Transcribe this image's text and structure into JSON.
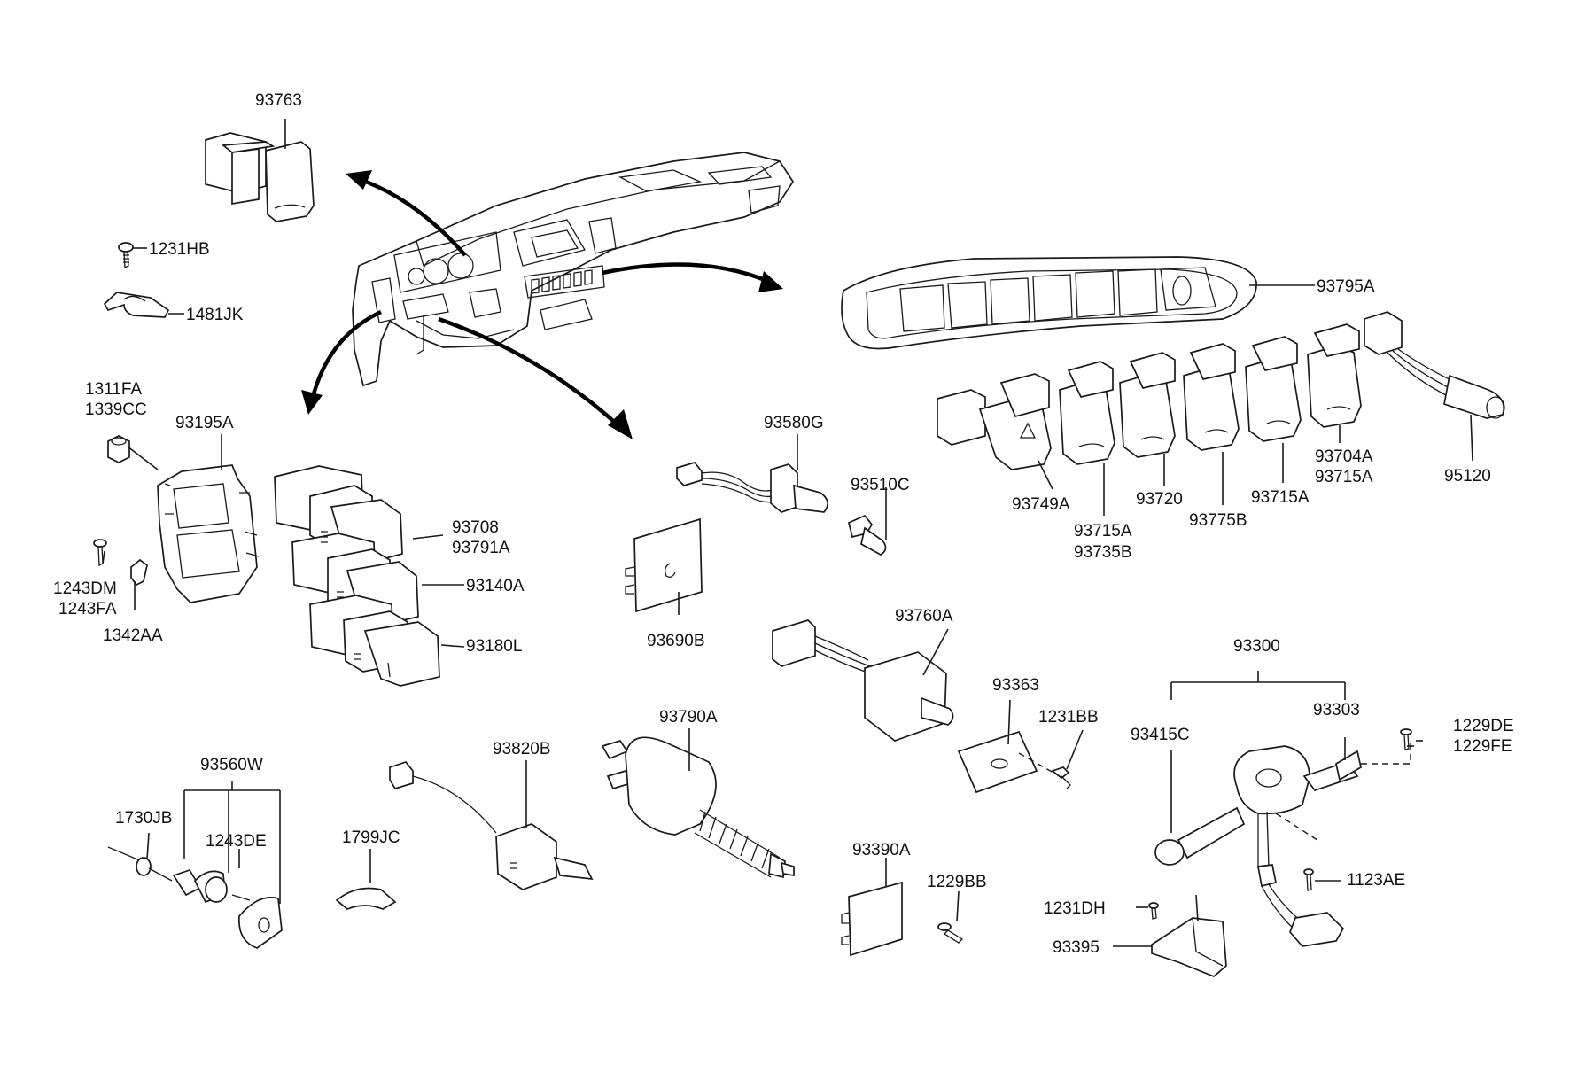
{
  "labels": {
    "l93763": "93763",
    "l1231HB": "1231HB",
    "l1481JK": "1481JK",
    "l1311FA": "1311FA",
    "l1339CC": "1339CC",
    "l93195A": "93195A",
    "l1243DM": "1243DM",
    "l1243FA": "1243FA",
    "l1342AA": "1342AA",
    "l93708": "93708",
    "l93791A": "93791A",
    "l93140A": "93140A",
    "l93180L": "93180L",
    "l93580G": "93580G",
    "l93510C": "93510C",
    "l93690B": "93690B",
    "l93795A": "93795A",
    "l93749A": "93749A",
    "l93715A_1": "93715A",
    "l93735B": "93735B",
    "l93720": "93720",
    "l93775B": "93775B",
    "l93715A_2": "93715A",
    "l93704A": "93704A",
    "l93715A_3": "93715A",
    "l95120": "95120",
    "l93760A": "93760A",
    "l93363": "93363",
    "l1231BB": "1231BB",
    "l93300": "93300",
    "l93415C": "93415C",
    "l93303": "93303",
    "l1229DE": "1229DE",
    "l1229FE": "1229FE",
    "l1123AE": "1123AE",
    "l1231DH": "1231DH",
    "l93395": "93395",
    "l93560W": "93560W",
    "l1730JB": "1730JB",
    "l1243DE": "1243DE",
    "l1799JC": "1799JC",
    "l93820B": "93820B",
    "l93790A": "93790A",
    "l93390A": "93390A",
    "l1229BB": "1229BB"
  }
}
